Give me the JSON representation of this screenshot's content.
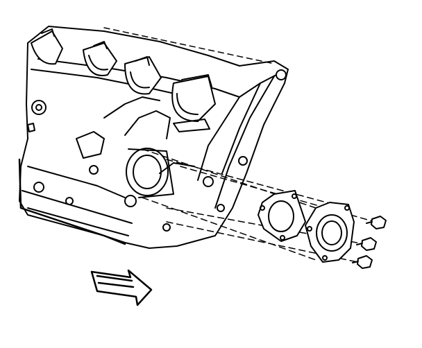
{
  "figure": {
    "kind": "exploded-view line illustration",
    "colors": {
      "line": "#000000",
      "background": "#ffffff"
    },
    "parts": [
      {
        "id": "engine-block",
        "icon": "engine-block"
      },
      {
        "id": "bearing-caps",
        "icon": "bearing-cap",
        "count": 4
      },
      {
        "id": "gasket",
        "icon": "gasket"
      },
      {
        "id": "cover-plate",
        "icon": "cover-plate"
      },
      {
        "id": "bolts",
        "icon": "bolt",
        "count": 3
      },
      {
        "id": "direction-arrow",
        "icon": "arrow-right"
      }
    ]
  }
}
